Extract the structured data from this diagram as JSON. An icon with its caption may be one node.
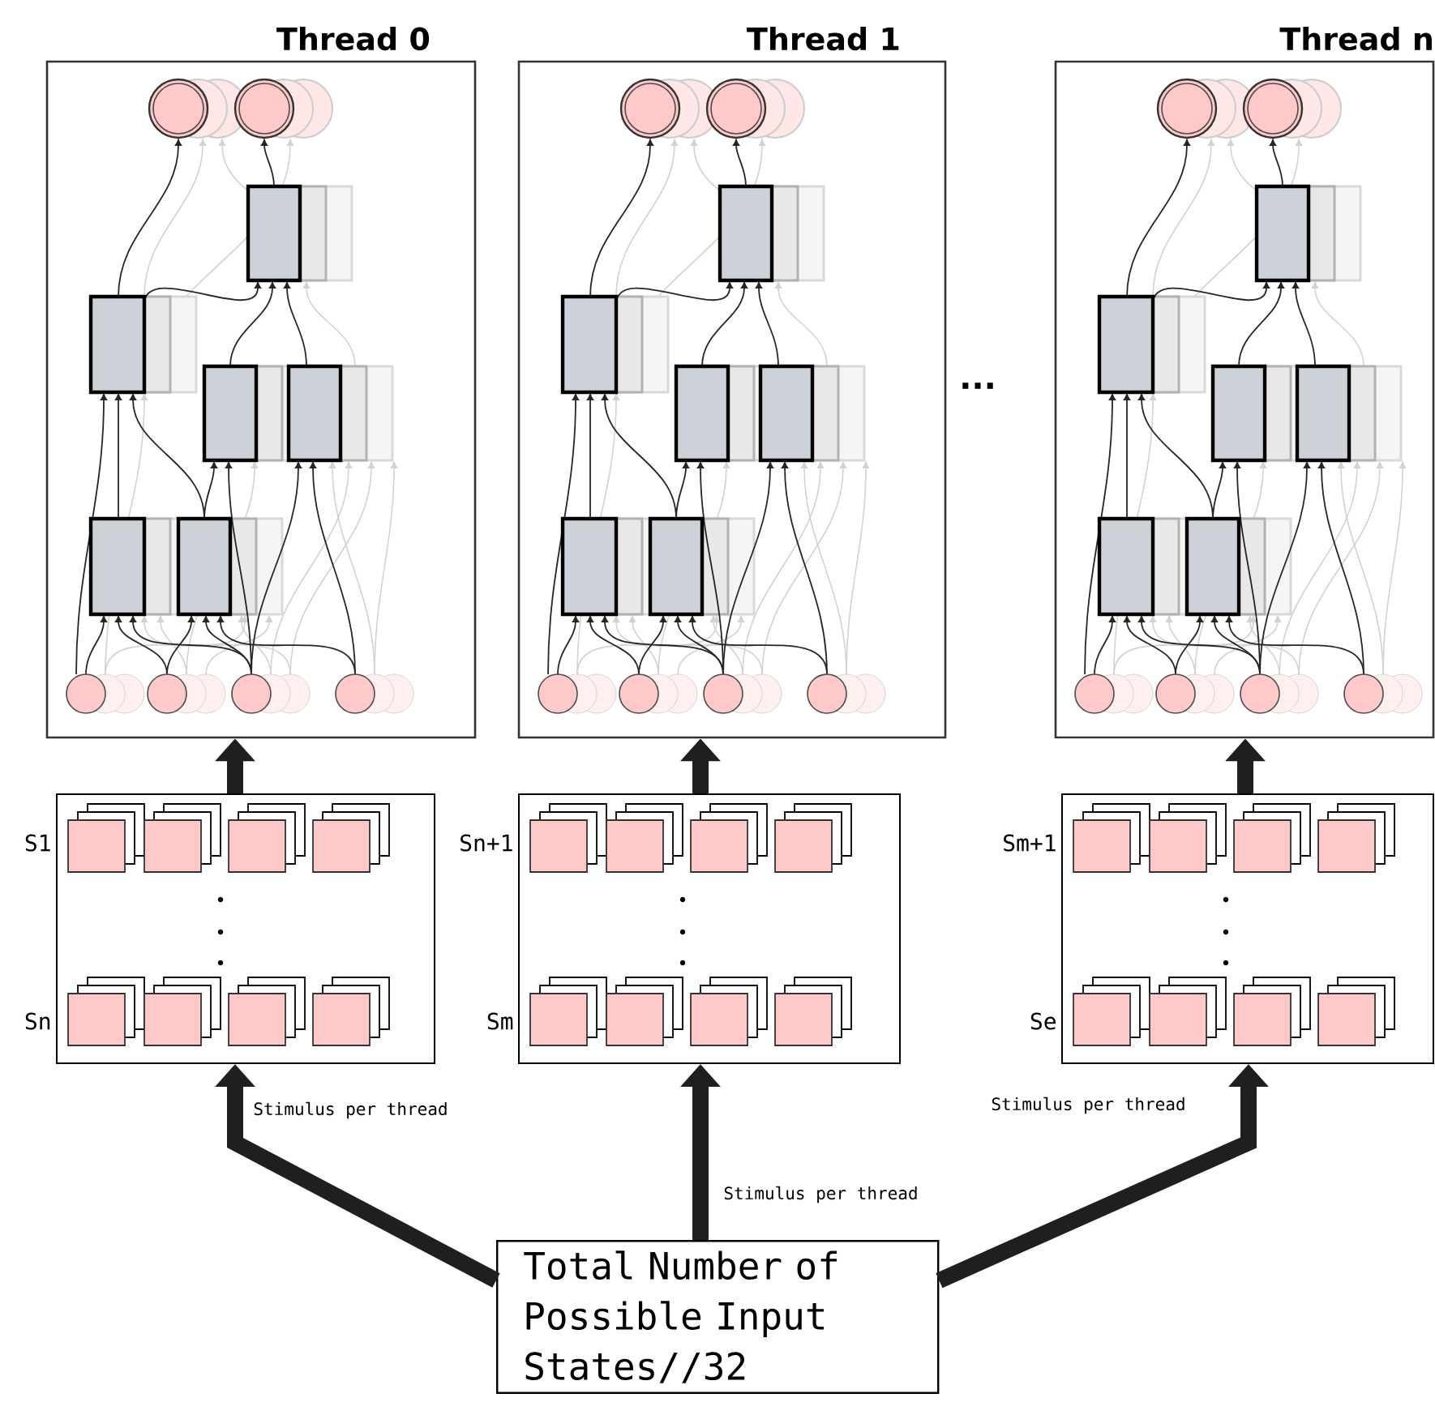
{
  "diagram": {
    "nodes": [
      {
        "text": [
          "Thread 0"
        ]
      },
      {
        "text": [
          "Thread 1"
        ]
      },
      {
        "text": [
          "Thread n"
        ]
      },
      {
        "text": [],
        "shape": "box",
        "beside": [
          "S1",
          "Sn"
        ]
      },
      {
        "text": [],
        "shape": "box",
        "beside": [
          "Sn+1",
          "Sm"
        ]
      },
      {
        "text": [],
        "shape": "box",
        "beside": [
          "Sm+1",
          "Se"
        ]
      },
      {
        "text": [
          "Total Number of Possible Input States//32"
        ]
      }
    ],
    "edges": [
      {
        "from": 3,
        "to": 0,
        "arrow": "to"
      },
      {
        "from": 4,
        "to": 1,
        "arrow": "to"
      },
      {
        "from": 5,
        "to": 2,
        "arrow": "to"
      },
      {
        "from": 6,
        "to": 3,
        "arrow": "to",
        "label": "Stimulus per thread"
      },
      {
        "from": 6,
        "to": 4,
        "arrow": "to",
        "label": "Stimulus per thread"
      },
      {
        "from": 6,
        "to": 5,
        "arrow": "to",
        "label": "Stimulus per thread"
      }
    ],
    "labels": [
      "..."
    ]
  }
}
